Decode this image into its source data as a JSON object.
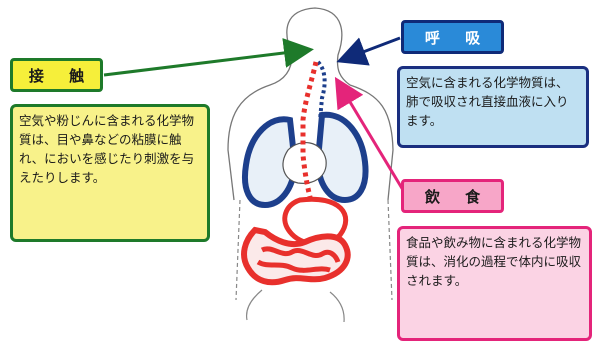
{
  "labels": {
    "contact": "接 触",
    "breathing": "呼 吸",
    "eating": "飲 食"
  },
  "descriptions": {
    "contact": "空気や粉じんに含まれる化学物質は、目や鼻などの粘膜に触れ、においを感じたり刺激を与えたりします。",
    "breathing": "空気に含まれる化学物質は、肺で吸収され直接血液に入ります。",
    "eating": "食品や飲み物に含まれる化学物質は、消化の過程で体内に吸収されます。"
  },
  "colors": {
    "contact": "#1e7a2a",
    "breathing": "#0f2a78",
    "eating": "#e4247a",
    "lungs": "#1d3f8c",
    "intestine": "#e8302c"
  }
}
